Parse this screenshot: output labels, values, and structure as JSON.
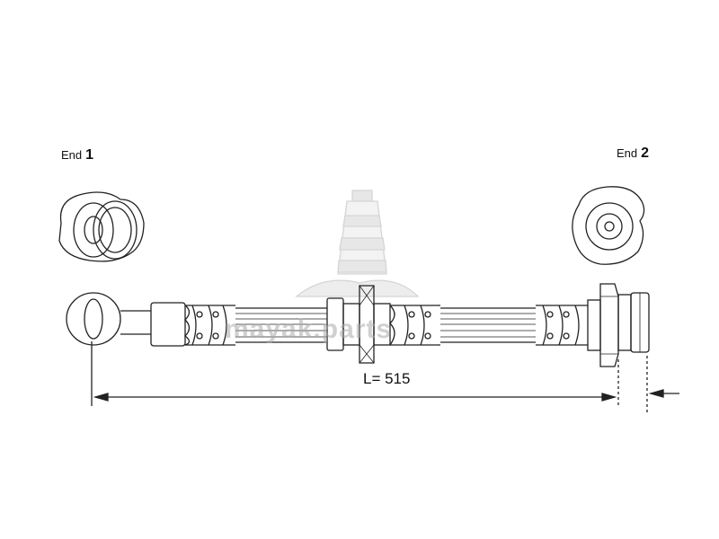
{
  "labels": {
    "end1_text": "End",
    "end1_number": "1",
    "end2_text": "End",
    "end2_number": "2",
    "length": "L= 515"
  },
  "watermark": {
    "text": "mayak.parts",
    "logo": "lighthouse-logo"
  },
  "colors": {
    "line": "#222222",
    "watermark": "#aaaaaa"
  }
}
